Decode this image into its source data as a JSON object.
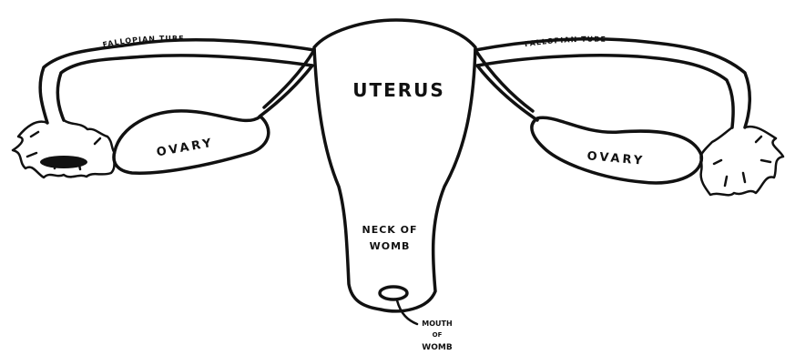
{
  "labels": {
    "uterus": "UTERUS",
    "ovary_left": "OVARY",
    "ovary_right": "OVARY",
    "tube_left": "FALLOPIAN TUBE",
    "tube_right": "FALLOPIAN TUBE",
    "neck_line1": "NECK OF",
    "neck_line2": "WOMB",
    "mouth_line1": "MOUTH",
    "mouth_line2": "OF",
    "mouth_line3": "WOMB"
  },
  "colors": {
    "ink": "#111111",
    "paper": "#ffffff"
  }
}
